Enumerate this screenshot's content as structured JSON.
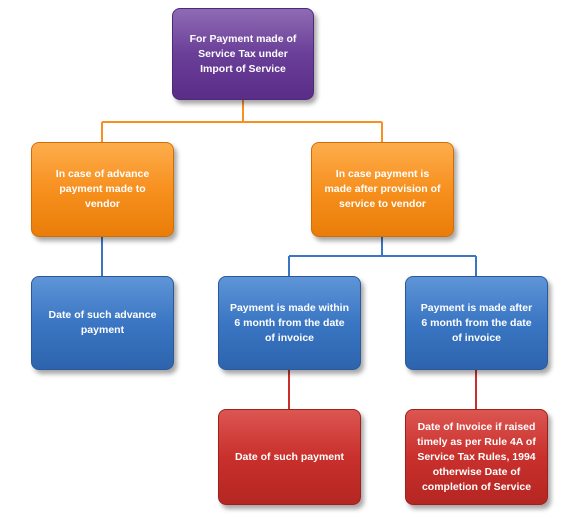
{
  "diagram": {
    "root": "For Payment made of\nService Tax under\nImport of Service",
    "advance": "In case of advance\npayment made to\nvendor",
    "after_provision": "In case payment is\nmade after provision of\nservice to vendor",
    "advance_date": "Date of such advance\npayment",
    "within_6_months": "Payment is made within\n6 month from the date\nof invoice",
    "after_6_months": "Payment is made  after\n6 month from the date\nof invoice",
    "payment_date": "Date of such payment",
    "invoice_date": "Date of Invoice if raised\ntimely as per Rule 4A of\nService Tax Rules, 1994\notherwise Date of\ncompletion of Service"
  },
  "colors": {
    "root": "#6a3f98",
    "level1": "#f7901e",
    "level2": "#3a76c3",
    "level3": "#c9302c",
    "connector_orange": "#f7901e",
    "connector_blue": "#3a76c3",
    "connector_red": "#c9302c"
  }
}
